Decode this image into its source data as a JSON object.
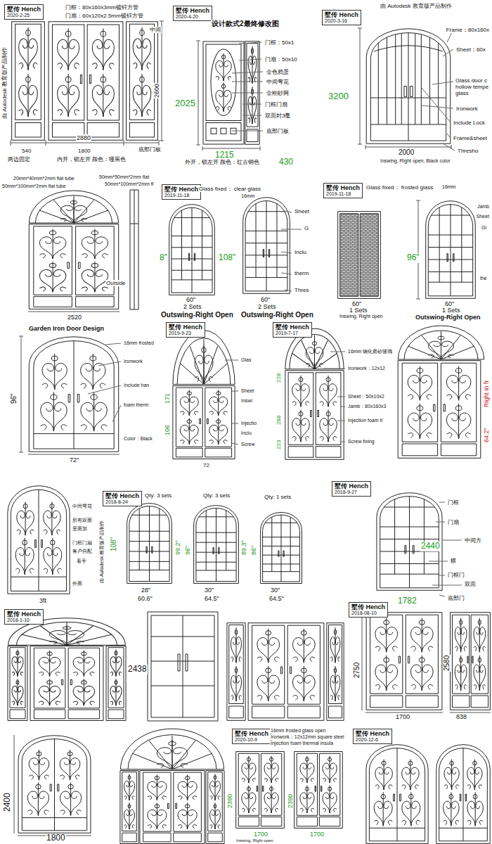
{
  "diagram": {
    "nodes": [
      {
        "text": [
          "墅传 Hench",
          "2020-2-25"
        ]
      },
      {
        "text": [
          "墅传 Hench",
          "2020-4-20"
        ]
      },
      {
        "text": [
          "墅传 Hench",
          "2020-3-16"
        ]
      },
      {
        "text": [
          "墅传 Hench",
          "2019-11-18"
        ]
      },
      {
        "text": [
          "墅传 Hench",
          "2019-11-18"
        ]
      },
      {
        "text": [
          "墅传 Hench",
          "2019-9-23"
        ]
      },
      {
        "text": [
          "墅传 Hench",
          "2019-7-17"
        ]
      },
      {
        "text": [
          "墅传 Hench",
          "2018-8-24"
        ]
      },
      {
        "text": [
          "墅传 Hench",
          "2018-9-27"
        ]
      },
      {
        "text": [
          "墅传 Hench",
          "2018-1-10"
        ]
      },
      {
        "text": [
          "墅传 Hench",
          "2018-08-10"
        ]
      },
      {
        "text": [
          "墅传 Hench",
          "2020-10-9"
        ]
      },
      {
        "text": [
          "墅传 Hench",
          "2020-12-6"
        ]
      }
    ],
    "labels": [
      "门框：80x160x3mm镀锌方管",
      "门扇：60x120x2.5mm镀锌方管",
      "中间",
      "2600",
      "2880",
      "540",
      "1800",
      "两边固定",
      "内开，锁左开 颜色：哑黑色",
      "底部门板",
      "由 Autodesk 教育版产品制作",
      "设计款式2最终修改图",
      "门框：50x1",
      "门扇：50x10",
      "金色鸦蛋",
      "中间弯花",
      "金刚砂网",
      "门框门扇",
      "双面封3毫",
      "底部门板",
      "2025",
      "1215",
      "外开，锁左开 颜色：红古铜色",
      "430",
      "由 Autodesk 教育版产品制作",
      "3200",
      "2000",
      "Frame：80x160x",
      "Sheet：60x",
      "Glass door c hollow tempe glass",
      "Ironwork",
      "Include Lock",
      "Frame&sheet",
      "Thresho",
      "Inswing, Right open, Black color",
      "20mm*40mm*2mm flat tube",
      "50mm*100mm*2mm flat tube",
      "50mm*50mm*2mm flat",
      "50mm*100mm*2mm fl",
      "Outside",
      "2520",
      "Glass fixed： clear glass",
      "16mm",
      "8\"",
      "108\"",
      "60\"",
      "2 Sets",
      "Outswing-Right Open",
      "60\"",
      "2 Sets",
      "Outswing-Right Open",
      "Sheet",
      "G",
      "Inclu",
      "therm",
      "Thres",
      "Glass fixed： frosted glass",
      "16mm",
      "96\"",
      "60\"",
      "1 Sets",
      "Inswing, Right open",
      "60\"",
      "1 Sets",
      "Outswing-Right Open",
      "Jamb",
      "Sheet",
      "Gl",
      "the",
      "Garden Iron Door Design",
      "16mm frosted",
      "Ironwork",
      "Include han",
      "foam therm",
      "Color：Black",
      "96\"",
      "72\"",
      "Glas",
      "Sheet",
      "Inswi",
      "Injectio",
      "Inclu",
      "Screw",
      "171",
      "106",
      "72",
      "228",
      "16mm 钢化磨砂玻璃",
      "Ironwork：12x12",
      "Sheet：50x10x2",
      "Jamb：80x160x3",
      "Injection foam tl",
      "Screw fixing",
      "288",
      "223",
      "Right in fr",
      "64.2\"",
      "中间弯花",
      "所有双面",
      "里面加",
      "门框门扇",
      "客户自配",
      "看手",
      "外面",
      "3ft",
      "由 Autodesk 教育版产品制作",
      "Qty: 3 sets",
      "Qty: 3 sets",
      "Qty: 1 sets",
      "108\"",
      "99.2\"",
      "96\"",
      "89.3\"",
      "86\"",
      "28\"",
      "60.6\"",
      "30\"",
      "64.5\"",
      "30\"",
      "64.5\"",
      "门框",
      "门扇",
      "中间方",
      "横",
      "门框门",
      "双面",
      "底部门",
      "2440",
      "1782",
      "2438",
      "2750",
      "2580",
      "1700",
      "838",
      "2400",
      "1800",
      "16mm frosted glass open",
      "Ironwork：12x12mm square steel",
      "Injection foam thermal insula",
      "2390",
      "1700",
      "Inswing, Right open",
      "2390",
      "1700"
    ]
  }
}
